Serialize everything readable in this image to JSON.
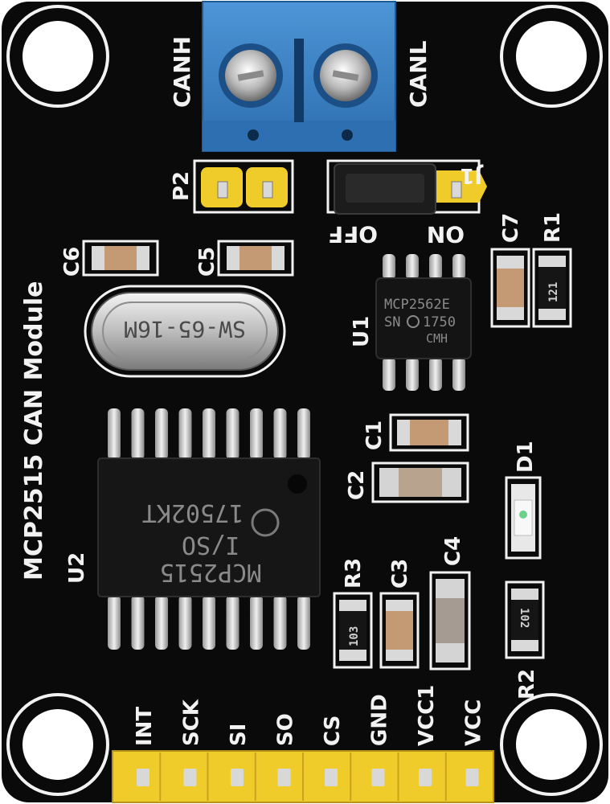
{
  "board": {
    "title": "MCP2515 CAN Module",
    "colors": {
      "pcb": "#0a0a0a",
      "silk": "#f2f2f2",
      "terminal": "#3c84c8",
      "header": "#f0cc2a",
      "pad": "#d0d0d0"
    }
  },
  "terminal": {
    "left_label": "CANH",
    "right_label": "CANL"
  },
  "jumpers": {
    "p2_label": "P2",
    "j1_label": "J1",
    "off_label": "OFF",
    "on_label": "ON"
  },
  "crystal": {
    "marking": "SW-65-16M"
  },
  "u1": {
    "ref": "U1",
    "line1": "MCP2562E",
    "line2": "SN",
    "line3": "1750",
    "line4": "CMH"
  },
  "u2": {
    "ref": "U2",
    "line1": "17502KT",
    "line2": "I/SO",
    "line3": "MCP2515"
  },
  "caps": {
    "c1": "C1",
    "c2": "C2",
    "c3": "C3",
    "c4": "C4",
    "c5": "C5",
    "c6": "C6",
    "c7": "C7"
  },
  "resistors": {
    "r1": "R1",
    "r1_value": "121",
    "r2": "R2",
    "r2_value": "102",
    "r3": "R3",
    "r3_value": "103"
  },
  "led": {
    "ref": "D1"
  },
  "pins": {
    "labels": [
      "INT",
      "SCK",
      "SI",
      "SO",
      "CS",
      "GND",
      "VCC1",
      "VCC"
    ]
  }
}
